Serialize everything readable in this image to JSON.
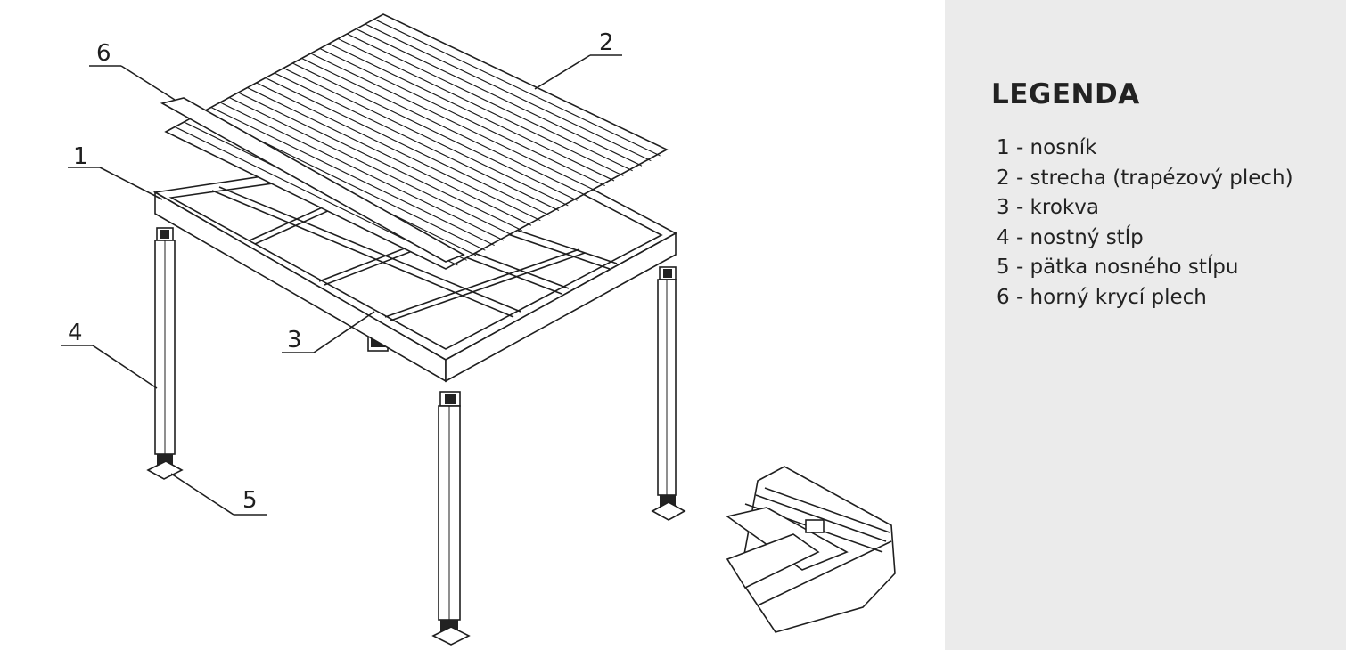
{
  "callouts": [
    {
      "number": "1"
    },
    {
      "number": "2"
    },
    {
      "number": "3"
    },
    {
      "number": "4"
    },
    {
      "number": "5"
    },
    {
      "number": "6"
    }
  ],
  "legend": {
    "title": "LEGENDA",
    "items": [
      {
        "label": "1 - nosník"
      },
      {
        "label": "2 - strecha (trapézový plech)"
      },
      {
        "label": "3 - krokva"
      },
      {
        "label": "4 - nostný stĺp"
      },
      {
        "label": "5 - pätka nosného stĺpu"
      },
      {
        "label": "6 - horný krycí plech"
      }
    ]
  },
  "colors": {
    "panel_background": "#ebebeb",
    "line": "#1f1f1f",
    "text": "#222222"
  }
}
